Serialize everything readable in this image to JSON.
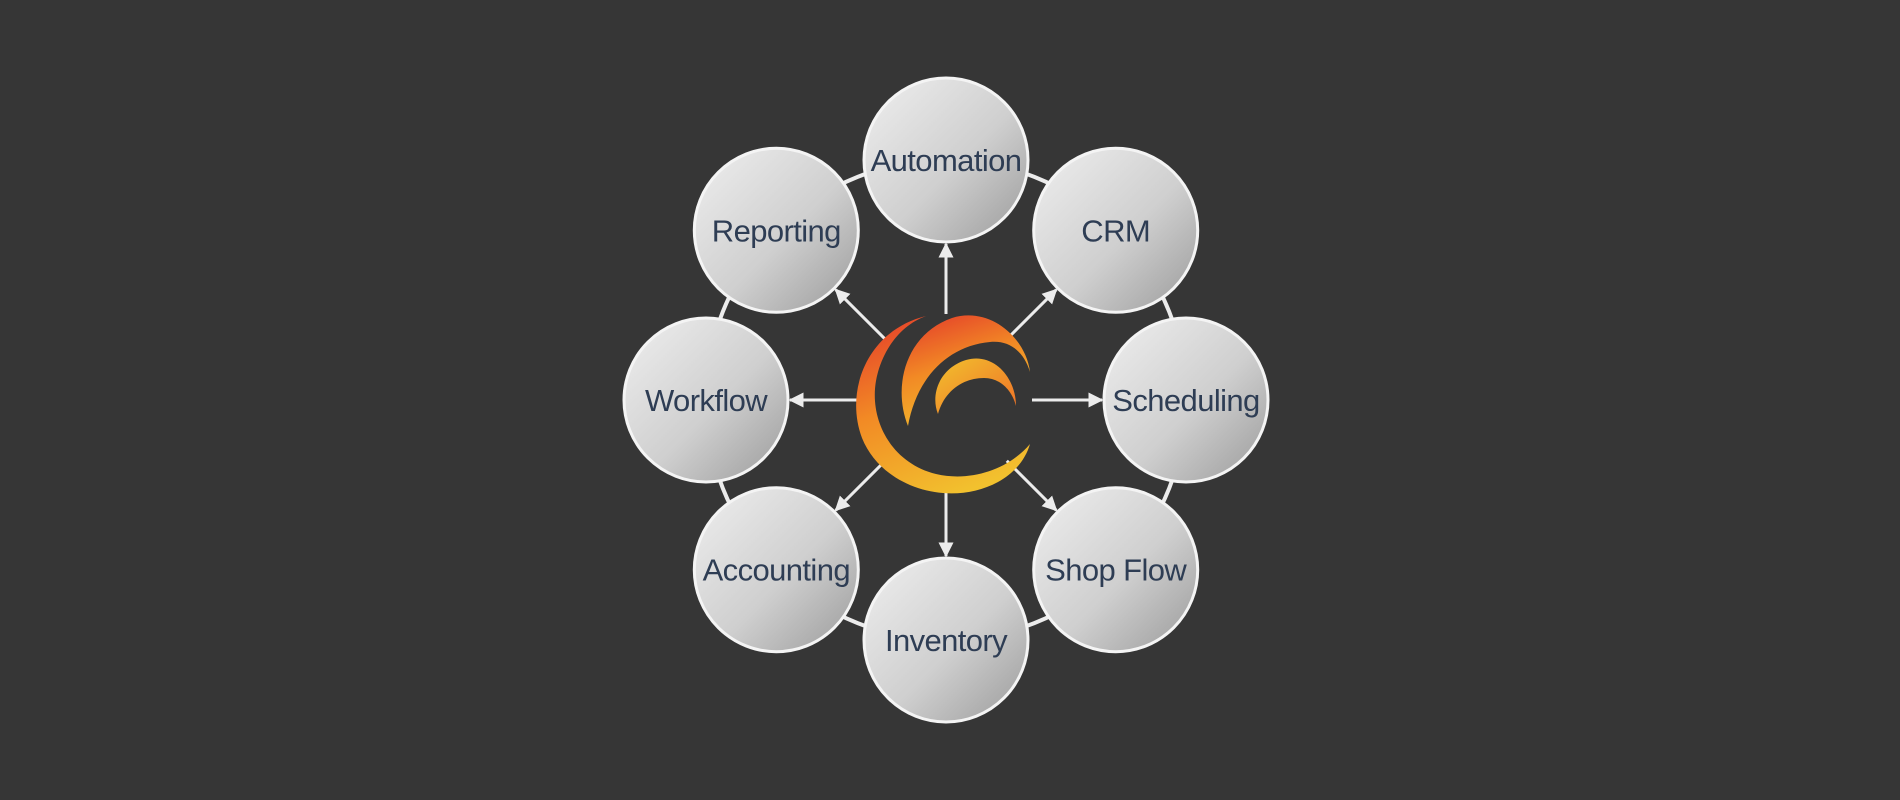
{
  "colors": {
    "background": "#363636",
    "connector": "#ececec",
    "node_text": "#2e3d54",
    "node_fill_light": "#ededed",
    "node_fill_dark": "#9d9d9d",
    "logo_light": "#f2c12e",
    "logo_mid": "#f28a25",
    "logo_dark": "#e5432a"
  },
  "center": {
    "icon": "swirl-logo-icon"
  },
  "nodes": [
    {
      "id": "automation",
      "label": "Automation"
    },
    {
      "id": "crm",
      "label": "CRM"
    },
    {
      "id": "scheduling",
      "label": "Scheduling"
    },
    {
      "id": "shop-flow",
      "label": "Shop Flow"
    },
    {
      "id": "inventory",
      "label": "Inventory"
    },
    {
      "id": "accounting",
      "label": "Accounting"
    },
    {
      "id": "workflow",
      "label": "Workflow"
    },
    {
      "id": "reporting",
      "label": "Reporting"
    }
  ]
}
